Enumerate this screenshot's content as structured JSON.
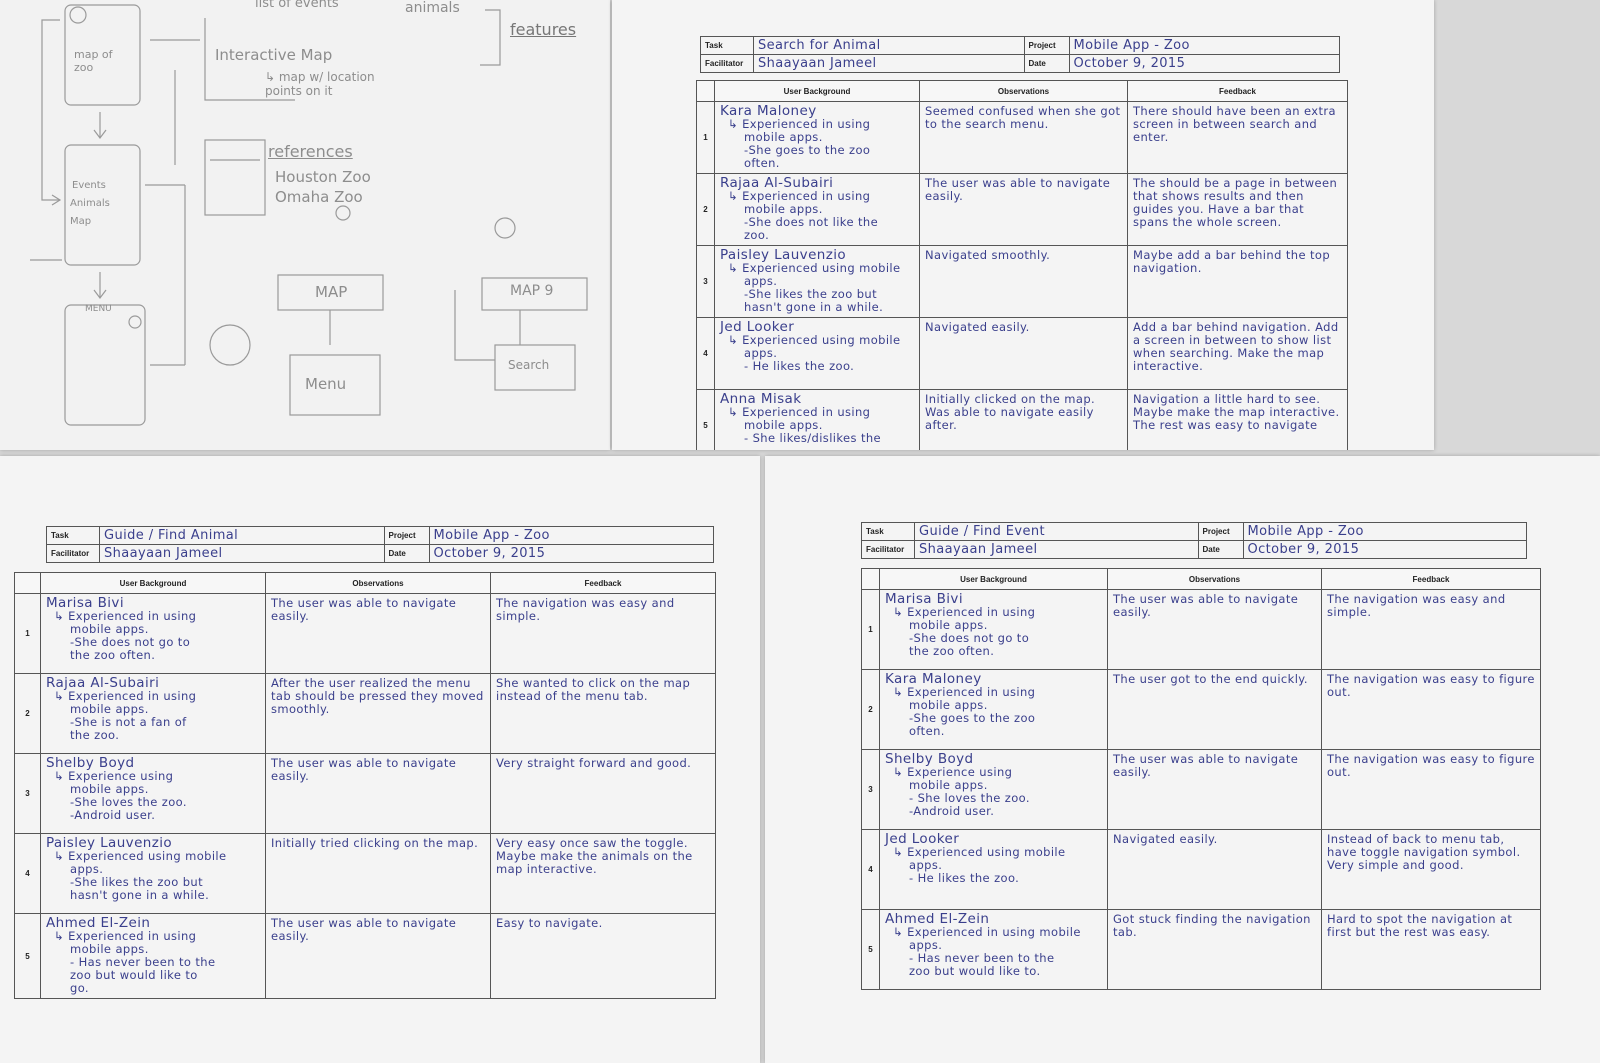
{
  "sketch": {
    "annotations": [
      "list of events",
      "animals",
      "features",
      "map of zoo",
      "Interactive Map",
      "↳ map w/ location points on it",
      "references",
      "Houston Zoo",
      "Omaha Zoo",
      "MAP",
      "MAP 9",
      "Menu",
      "Search",
      "Events",
      "Animals",
      "Map",
      "MENU"
    ]
  },
  "labels": {
    "task": "Task",
    "facilitator": "Facilitator",
    "project": "Project",
    "date": "Date",
    "col_background": "User Background",
    "col_observations": "Observations",
    "col_feedback": "Feedback"
  },
  "sheets": [
    {
      "task": "Search for Animal",
      "facilitator": "Shaayaan Jameel",
      "project": "Mobile App - Zoo",
      "date": "October 9, 2015",
      "rows": [
        {
          "num": "1",
          "name": "Kara Maloney",
          "background": [
            "↳ Experienced in using",
            "mobile apps.",
            "-She goes to the zoo",
            "often."
          ],
          "observations": "Seemed confused when she got to the search menu.",
          "feedback": "There should have been an extra screen in between search and enter."
        },
        {
          "num": "2",
          "name": "Rajaa Al-Subairi",
          "background": [
            "↳ Experienced in using",
            "mobile apps.",
            "-She does not like the",
            "zoo."
          ],
          "observations": "The user was able to navigate easily.",
          "feedback": "The should be a page in between that shows results and then guides you. Have a bar that spans the whole screen."
        },
        {
          "num": "3",
          "name": "Paisley Lauvenzio",
          "background": [
            "↳ Experienced using mobile",
            "apps.",
            "-She likes the zoo but",
            "hasn't gone in a while."
          ],
          "observations": "Navigated smoothly.",
          "feedback": "Maybe add a bar behind the top navigation."
        },
        {
          "num": "4",
          "name": "Jed Looker",
          "background": [
            "↳ Experienced using mobile",
            "apps.",
            "- He likes the zoo."
          ],
          "observations": "Navigated easily.",
          "feedback": "Add a bar behind navigation. Add a screen in between to show list when searching. Make the map interactive."
        },
        {
          "num": "5",
          "name": "Anna Misak",
          "background": [
            "↳ Experienced in using",
            "mobile apps.",
            "- She likes/dislikes the"
          ],
          "observations": "Initially clicked on the map. Was able to navigate easily after.",
          "feedback": "Navigation a little hard to see. Maybe make the map interactive. The rest was easy to navigate"
        }
      ]
    },
    {
      "task": "Guide / Find Animal",
      "facilitator": "Shaayaan Jameel",
      "project": "Mobile App - Zoo",
      "date": "October 9, 2015",
      "rows": [
        {
          "num": "1",
          "name": "Marisa Bivi",
          "background": [
            "↳ Experienced in using",
            "mobile apps.",
            "-She does not go to",
            "the zoo often."
          ],
          "observations": "The user was able to navigate easily.",
          "feedback": "The navigation was easy and simple."
        },
        {
          "num": "2",
          "name": "Rajaa Al-Subairi",
          "background": [
            "↳ Experienced in using",
            "mobile apps.",
            "-She is not a fan of",
            "the zoo."
          ],
          "observations": "After the user realized the menu tab should be pressed they moved smoothly.",
          "feedback": "She wanted to click on the map instead of the menu tab."
        },
        {
          "num": "3",
          "name": "Shelby Boyd",
          "background": [
            "↳ Experience using",
            "mobile apps.",
            "-She loves the zoo.",
            "-Android user."
          ],
          "observations": "The user was able to navigate easily.",
          "feedback": "Very straight forward and good."
        },
        {
          "num": "4",
          "name": "Paisley Lauvenzio",
          "background": [
            "↳ Experienced using mobile",
            "apps.",
            "-She likes the zoo but",
            "hasn't gone in a while."
          ],
          "observations": "Initially tried clicking on the map.",
          "feedback": "Very easy once saw the toggle. Maybe make the animals on the map interactive."
        },
        {
          "num": "5",
          "name": "Ahmed El-Zein",
          "background": [
            "↳ Experienced in using",
            "mobile apps.",
            "- Has never been to the",
            "zoo but would like to",
            "go."
          ],
          "observations": "The user was able to navigate easily.",
          "feedback": "Easy to navigate."
        }
      ]
    },
    {
      "task": "Guide / Find Event",
      "facilitator": "Shaayaan Jameel",
      "project": "Mobile App - Zoo",
      "date": "October 9, 2015",
      "rows": [
        {
          "num": "1",
          "name": "Marisa Bivi",
          "background": [
            "↳ Experienced in using",
            "mobile apps.",
            "-She does not go to",
            "the zoo often."
          ],
          "observations": "The user was able to navigate easily.",
          "feedback": "The navigation was easy and simple."
        },
        {
          "num": "2",
          "name": "Kara Maloney",
          "background": [
            "↳ Experienced in using",
            "mobile apps.",
            "-She goes to the zoo",
            "often."
          ],
          "observations": "The user got to the end quickly.",
          "feedback": "The navigation was easy to figure out."
        },
        {
          "num": "3",
          "name": "Shelby Boyd",
          "background": [
            "↳ Experience using",
            "mobile apps.",
            "- She loves the zoo.",
            "-Android user."
          ],
          "observations": "The user was able to navigate easily.",
          "feedback": "The navigation was easy to figure out."
        },
        {
          "num": "4",
          "name": "Jed Looker",
          "background": [
            "↳ Experienced using mobile",
            "apps.",
            "- He likes the zoo."
          ],
          "observations": "Navigated easily.",
          "feedback": "Instead of back to menu tab, have toggle navigation symbol. Very simple and good."
        },
        {
          "num": "5",
          "name": "Ahmed El-Zein",
          "background": [
            "↳ Experienced in using mobile",
            "apps.",
            "- Has never been to the",
            "zoo but would like to."
          ],
          "observations": "Got stuck finding the navigation tab.",
          "feedback": "Hard to spot the navigation at first but the rest was easy."
        }
      ]
    }
  ]
}
